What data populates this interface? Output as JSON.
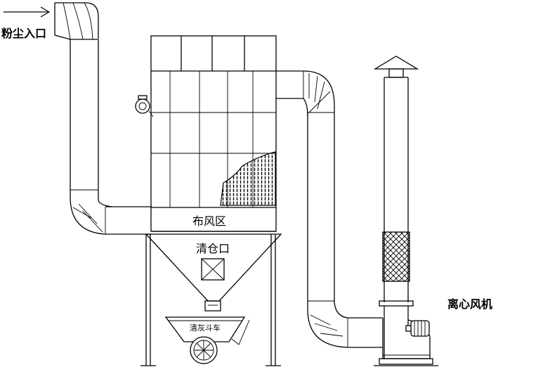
{
  "labels": {
    "dust_inlet": "粉尘入口",
    "air_distribution_zone": "布风区",
    "clean_out_port": "清仓口",
    "ash_hopper_cart": "清灰斗车",
    "centrifugal_fan": "离心风机"
  },
  "colors": {
    "line": "#000000",
    "background": "#ffffff"
  },
  "icons": {
    "inlet_arrow": "arrow-right-icon",
    "motor": "motor-icon",
    "cart_wheel": "wheel-icon",
    "pulse_valve": "valve-icon"
  }
}
